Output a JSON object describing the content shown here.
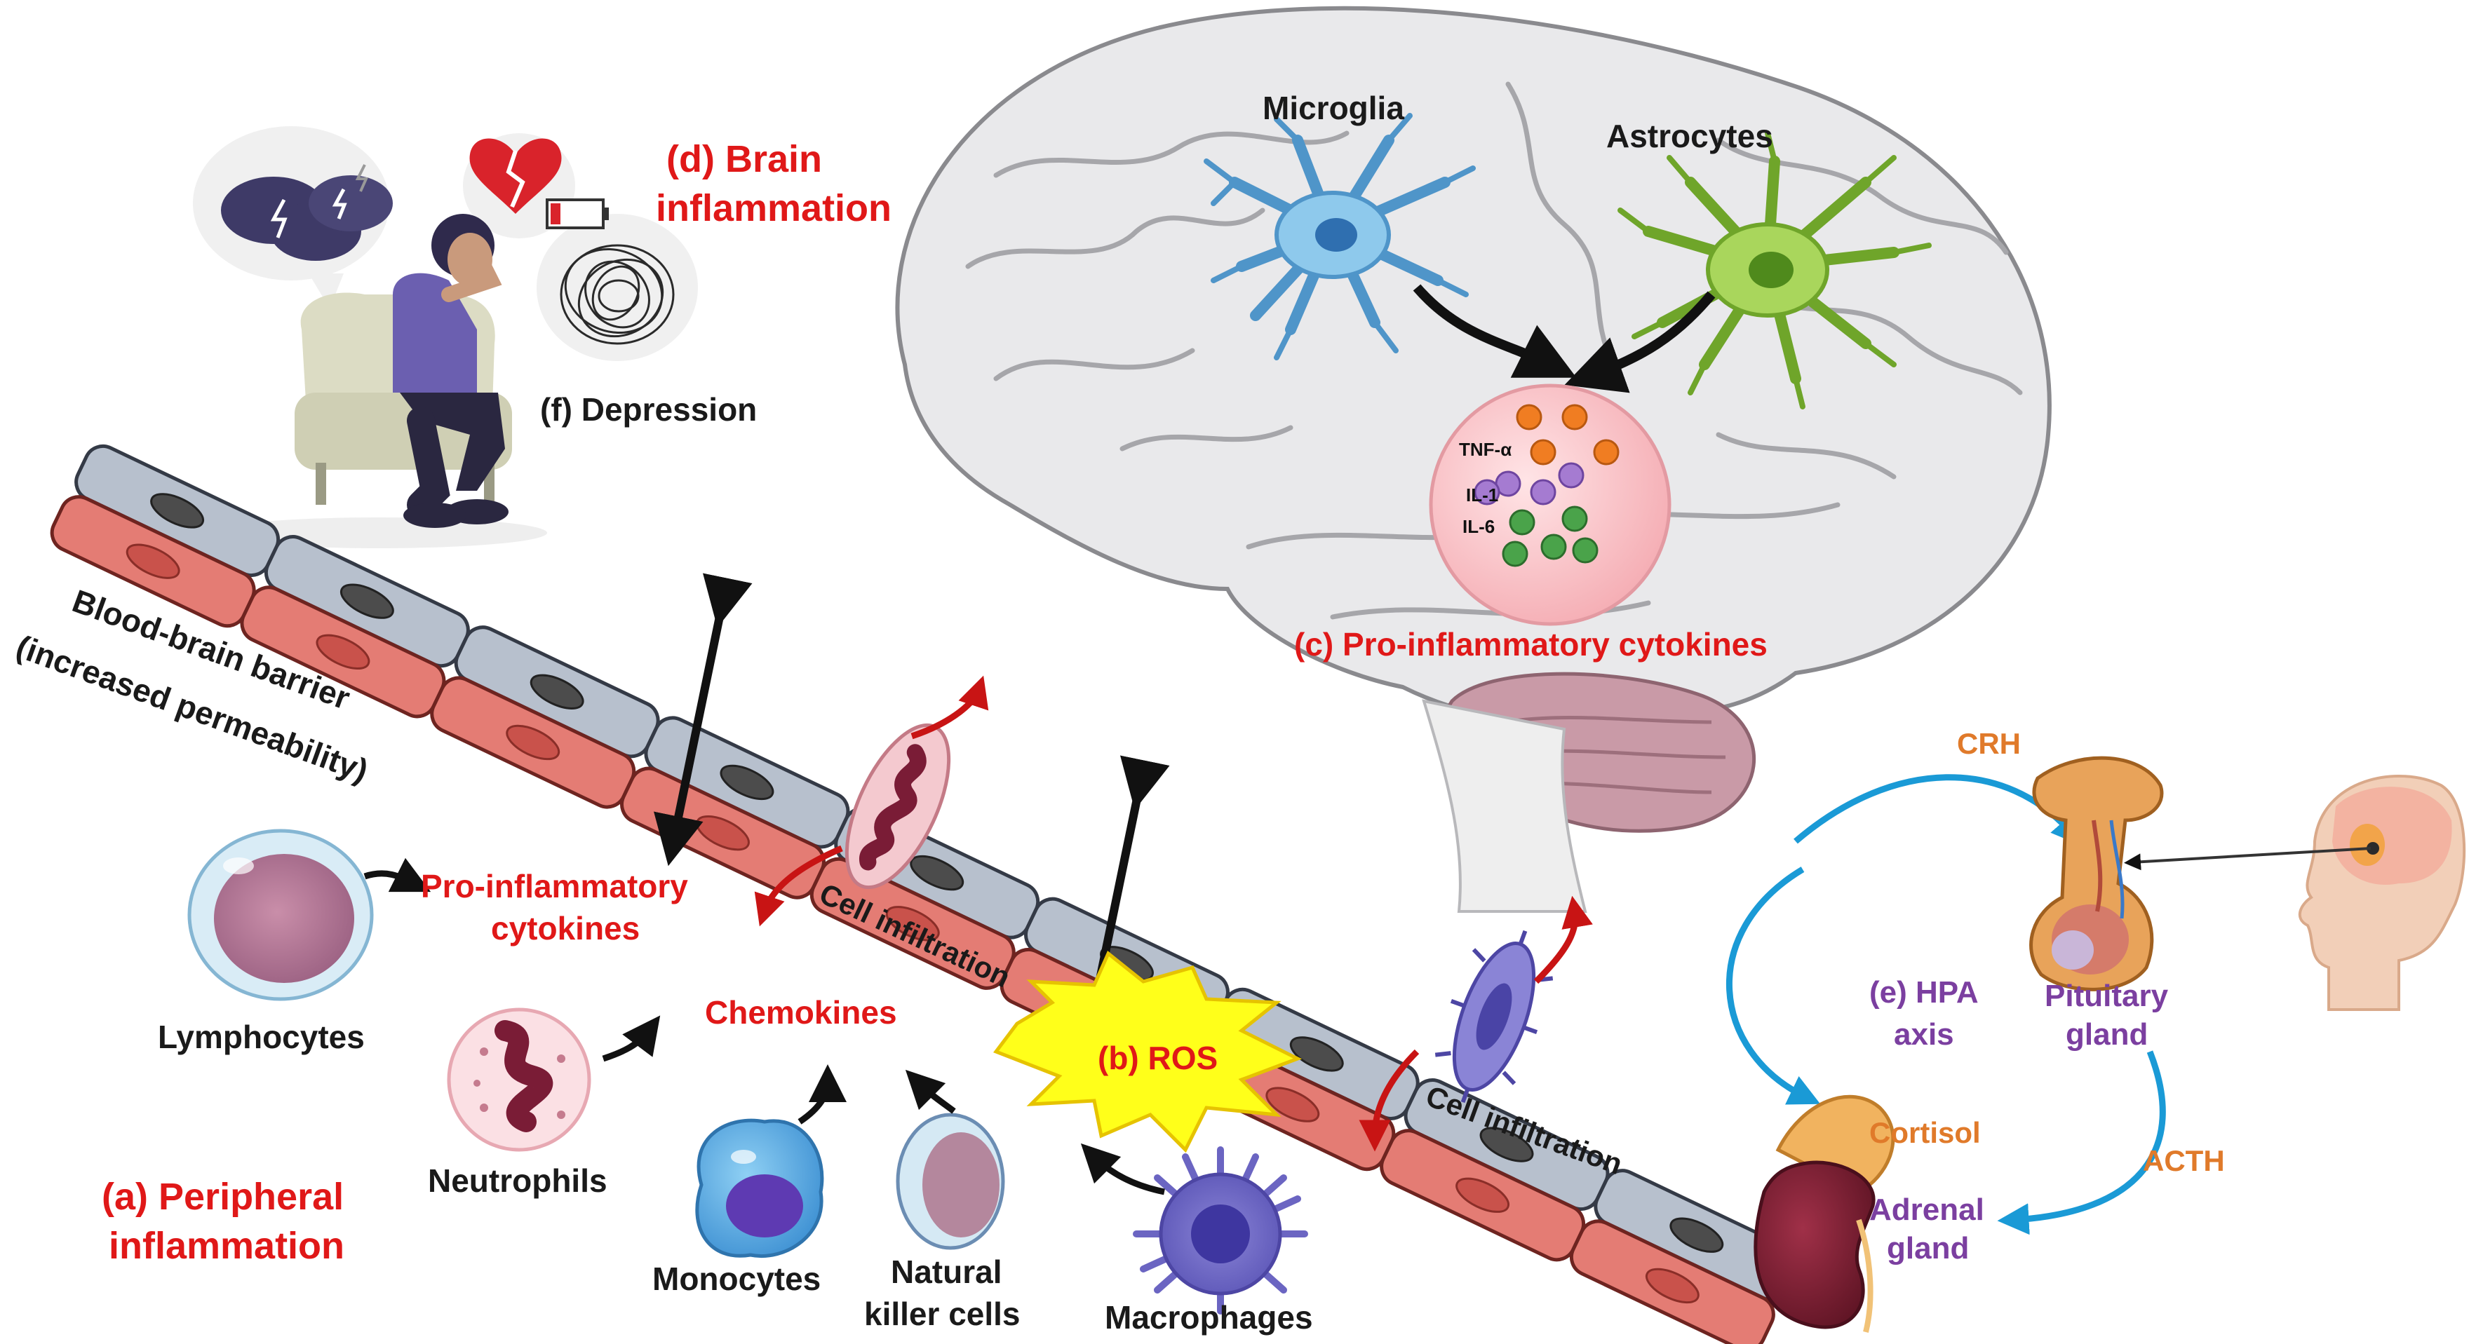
{
  "colors": {
    "red_label": "#e01818",
    "purple_label": "#7b3fa0",
    "orange_label": "#e07a2a",
    "hpa_arrow": "#1a9ad6",
    "brain": "#e9e9eb",
    "microglia": "#6fb4de",
    "astrocyte": "#8dc63f",
    "endothelium_gray": "#b7c0cd",
    "endothelium_red": "#e47c74"
  },
  "labels": {
    "brain_inflammation_1": "(d) Brain",
    "brain_inflammation_2": "inflammation",
    "depression": "(f) Depression",
    "microglia": "Microglia",
    "astrocytes": "Astrocytes",
    "tnf": "TNF-α",
    "il1": "IL-1",
    "il6": "IL-6",
    "cytokines_c": "(c) Pro-inflammatory cytokines",
    "bbb_1": "Blood-brain barrier",
    "bbb_2": "(increased permeability)",
    "pro_infl_1": "Pro-inflammatory",
    "pro_infl_2": "cytokines",
    "lymphocytes": "Lymphocytes",
    "cell_infiltration_1": "Cell infiltration",
    "cell_infiltration_2": "Cell infiltration",
    "chemokines": "Chemokines",
    "neutrophils": "Neutrophils",
    "ros": "(b) ROS",
    "peripheral_1": "(a) Peripheral",
    "peripheral_2": "inflammation",
    "monocytes": "Monocytes",
    "nk_1": "Natural",
    "nk_2": "killer cells",
    "macrophages": "Macrophages",
    "crh": "CRH",
    "hpa_1": "(e) HPA",
    "hpa_2": "axis",
    "pituitary_1": "Pituitary",
    "pituitary_2": "gland",
    "cortisol": "Cortisol",
    "acth": "ACTH",
    "adrenal_1": "Adrenal",
    "adrenal_2": "gland"
  }
}
